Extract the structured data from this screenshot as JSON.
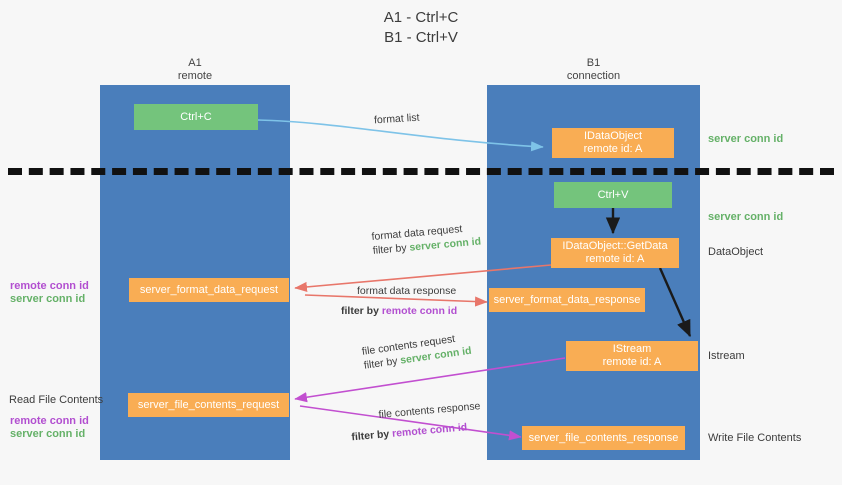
{
  "title": {
    "line1": "A1 - Ctrl+C",
    "line2": "B1 - Ctrl+V"
  },
  "lanes": [
    {
      "id": "a1",
      "title": "A1",
      "subtitle": "remote"
    },
    {
      "id": "b1",
      "title": "B1",
      "subtitle": "connection"
    }
  ],
  "boxes": {
    "ctrl_c": {
      "label": "Ctrl+C"
    },
    "idataobject": {
      "line1": "IDataObject",
      "line2": "remote id: A"
    },
    "ctrl_v": {
      "label": "Ctrl+V"
    },
    "getdata": {
      "line1": "IDataObject::GetData",
      "line2": "remote id: A"
    },
    "istream": {
      "line1": "IStream",
      "line2": "remote id: A"
    },
    "server_format_data_request": {
      "label": "server_format_data_request"
    },
    "server_format_data_response": {
      "label": "server_format_data_response"
    },
    "server_file_contents_request": {
      "label": "server_file_contents_request"
    },
    "server_file_contents_response": {
      "label": "server_file_contents_response"
    }
  },
  "right_labels": {
    "server_conn_id_top": "server conn id",
    "server_conn_id_mid": "server conn id",
    "dataobject": "DataObject",
    "istream": "Istream",
    "write_file_contents": "Write File Contents"
  },
  "left_labels": {
    "remote_conn_id_1": "remote conn id",
    "server_conn_id_1": "server conn id",
    "read_file_contents": "Read File Contents",
    "remote_conn_id_2": "remote conn id",
    "server_conn_id_2": "server conn id"
  },
  "arrow_captions": {
    "format_list": "format list",
    "format_data_request": "format data request",
    "format_data_request_filter_prefix": "filter by ",
    "format_data_request_filter_value": "server conn id",
    "format_data_response": "format data response",
    "format_data_response_filter_prefix": "filter by ",
    "format_data_response_filter_value": "remote conn id",
    "file_contents_request": "file contents request",
    "file_contents_request_filter_prefix": "filter by ",
    "file_contents_request_filter_value": "server conn id",
    "file_contents_response": "file contents response",
    "file_contents_response_filter_prefix": "filter by ",
    "file_contents_response_filter_value": "remote conn id"
  },
  "colors": {
    "lane": "#4a7ebb",
    "green_box": "#74c47c",
    "orange_box": "#f9ad54",
    "green_text": "#65b168",
    "purple_text": "#b24fd0",
    "arrow_blue": "#7ec3e8",
    "arrow_red": "#e8766a",
    "arrow_magenta": "#c24fd0",
    "arrow_black": "#1a1a1a",
    "background": "#f7f7f7"
  }
}
